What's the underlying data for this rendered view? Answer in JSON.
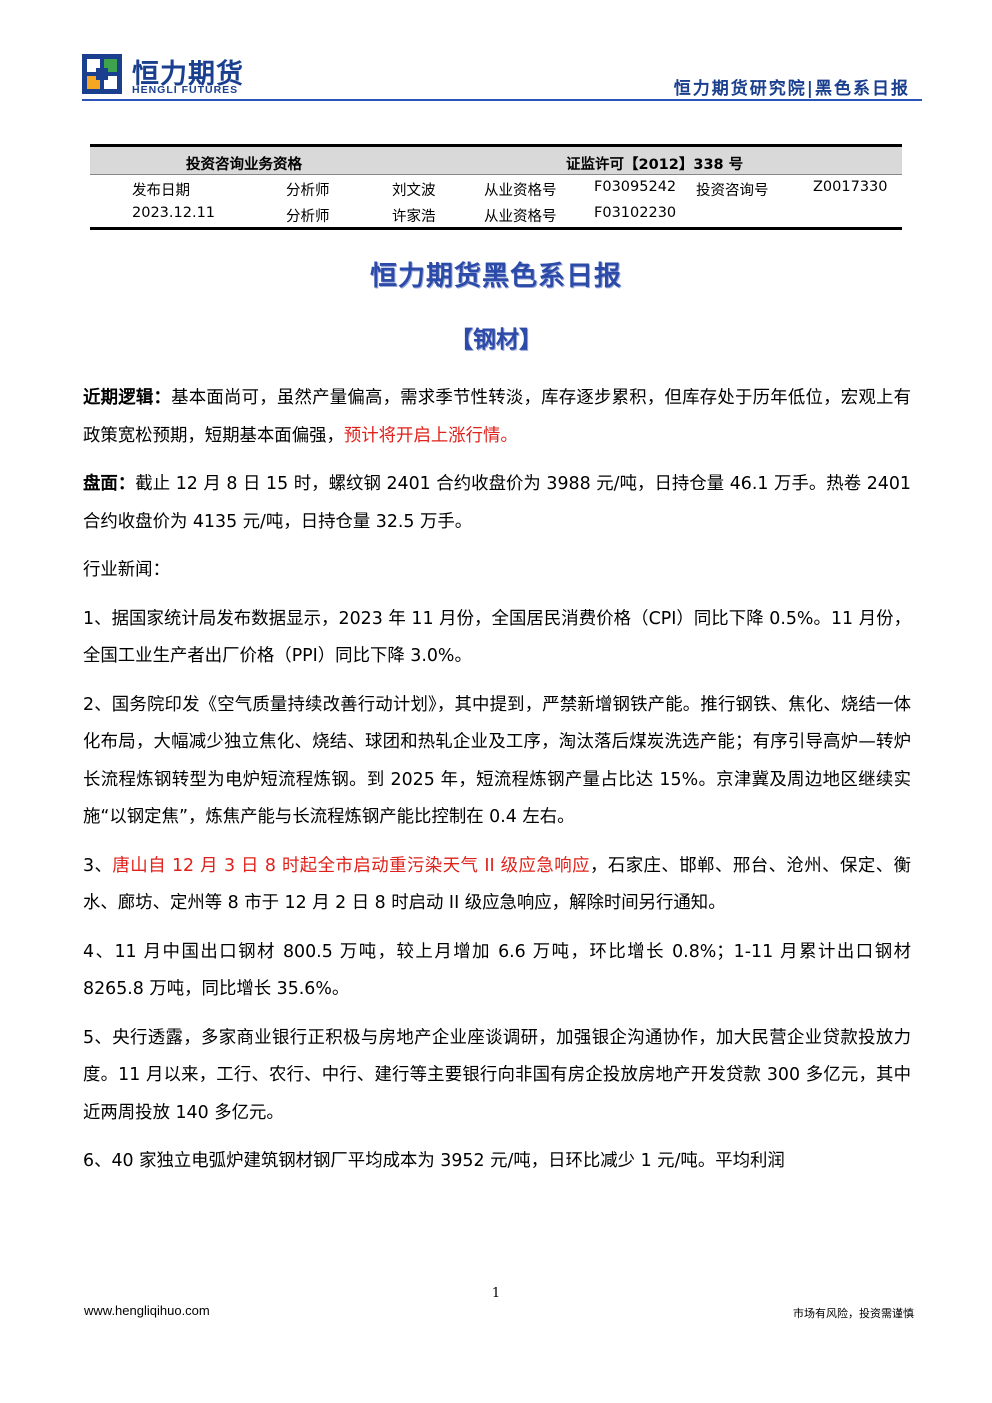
{
  "header": {
    "brand_name": "恒力期货",
    "brand_en": "HENGLI FUTURES",
    "right_title": "恒力期货研究院|黑色系日报"
  },
  "qualification": {
    "row1_left": "投资咨询业务资格",
    "row1_right": "证监许可【2012】338 号",
    "date_label": "发布日期",
    "date_value": "2023.12.11",
    "analysts": [
      {
        "role": "分析师",
        "name": "刘文波",
        "cert_label": "从业资格号",
        "cert": "F03095242",
        "consult_label": "投资咨询号",
        "consult": "Z0017330"
      },
      {
        "role": "分析师",
        "name": "许家浩",
        "cert_label": "从业资格号",
        "cert": "F03102230"
      }
    ]
  },
  "title": "恒力期货黑色系日报",
  "section": "【钢材】",
  "logic": {
    "label": "近期逻辑：",
    "text": "基本面尚可，虽然产量偏高，需求季节性转淡，库存逐步累积，但库存处于历年低位，宏观上有政策宽松预期，短期基本面偏强，",
    "highlight": "预计将开启上涨行情。"
  },
  "market": {
    "label": "盘面：",
    "text": "截止 12 月 8 日 15 时，螺纹钢 2401 合约收盘价为 3988 元/吨，日持仓量 46.1 万手。热卷 2401 合约收盘价为 4135 元/吨，日持仓量 32.5 万手。"
  },
  "news_label": "行业新闻：",
  "news": {
    "n1": "1、据国家统计局发布数据显示，2023 年 11 月份，全国居民消费价格（CPI）同比下降 0.5%。11 月份，全国工业生产者出厂价格（PPI）同比下降 3.0%。",
    "n2": "2、国务院印发《空气质量持续改善行动计划》，其中提到，严禁新增钢铁产能。推行钢铁、焦化、烧结一体化布局，大幅减少独立焦化、烧结、球团和热轧企业及工序，淘汰落后煤炭洗选产能；有序引导高炉—转炉长流程炼钢转型为电炉短流程炼钢。到 2025 年，短流程炼钢产量占比达 15%。京津冀及周边地区继续实施“以钢定焦”，炼焦产能与长流程炼钢产能比控制在 0.4 左右。",
    "n3_prefix": "3、",
    "n3_highlight": "唐山自 12 月 3 日 8 时起全市启动重污染天气 II 级应急响应",
    "n3_rest": "，石家庄、邯郸、邢台、沧州、保定、衡水、廊坊、定州等 8 市于 12 月 2 日 8 时启动 II 级应急响应，解除时间另行通知。",
    "n4": "4、11 月中国出口钢材 800.5 万吨，较上月增加 6.6 万吨，环比增长 0.8%；1-11 月累计出口钢材 8265.8 万吨，同比增长 35.6%。",
    "n5": "5、央行透露，多家商业银行正积极与房地产企业座谈调研，加强银企沟通协作，加大民营企业贷款投放力度。11 月以来，工行、农行、中行、建行等主要银行向非国有房企投放房地产开发贷款 300 多亿元，其中近两周投放 140 多亿元。",
    "n6": "6、40 家独立电弧炉建筑钢材钢厂平均成本为 3952 元/吨，日环比减少 1 元/吨。平均利润"
  },
  "footer": {
    "page": "1",
    "url": "www.hengliqihuo.com",
    "warning": "市场有风险，投资需谨慎"
  },
  "colors": {
    "brand_blue": "#1a3f8f",
    "title_blue": "#2c4aa8",
    "highlight_red": "#e0201a",
    "table_gray": "#d9d9d9"
  }
}
